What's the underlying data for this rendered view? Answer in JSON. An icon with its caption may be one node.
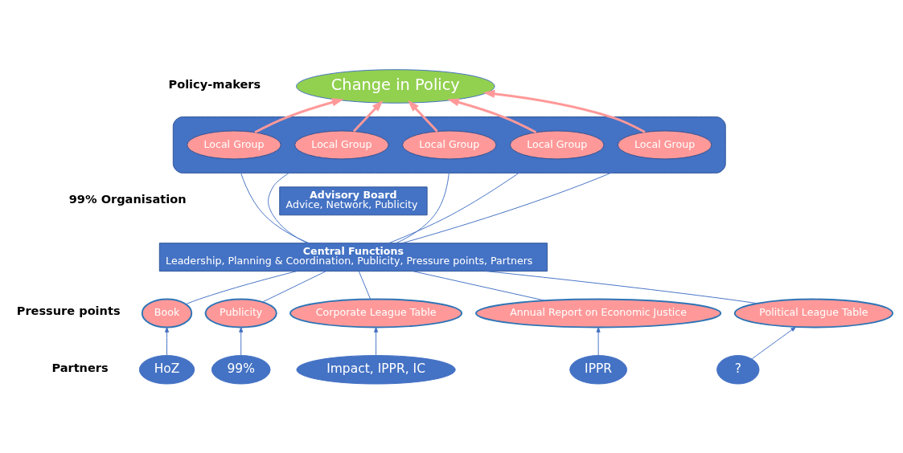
{
  "diagram": {
    "nodes": [
      {
        "text": [
          "Change in Policy"
        ]
      },
      {
        "text": [],
        "shape": "cloud"
      },
      {
        "text": [
          "Local Group"
        ],
        "in": 1
      },
      {
        "text": [
          "Local Group"
        ],
        "in": 1
      },
      {
        "text": [
          "Local Group"
        ],
        "in": 1
      },
      {
        "text": [
          "Local Group"
        ],
        "in": 1
      },
      {
        "text": [
          "Local Group"
        ],
        "in": 1
      },
      {
        "text": [
          "Advisory Board",
          "Advice, Network, Publicity"
        ]
      },
      {
        "text": [
          "Central Functions",
          "Leadership, Planning & Coordination, Publicity, Pressure points, Partners"
        ]
      },
      {
        "text": [
          "Book"
        ]
      },
      {
        "text": [
          "Publicity"
        ]
      },
      {
        "text": [
          "Corporate League Table"
        ]
      },
      {
        "text": [
          "Annual Report on Economic Justice"
        ]
      },
      {
        "text": [
          "Political League Table"
        ]
      },
      {
        "text": [
          "HoZ"
        ]
      },
      {
        "text": [
          "99%"
        ]
      },
      {
        "text": [
          "Impact, IPPR, IC"
        ]
      },
      {
        "text": [
          "IPPR"
        ]
      },
      {
        "text": [
          "?"
        ]
      }
    ],
    "edges": [
      {
        "from": 2,
        "to": 0,
        "arrow": "to",
        "style": "thick",
        "color": "#ff9999"
      },
      {
        "from": 3,
        "to": 0,
        "arrow": "to",
        "style": "thick",
        "color": "#ff9999"
      },
      {
        "from": 4,
        "to": 0,
        "arrow": "to",
        "style": "thick",
        "color": "#ff9999"
      },
      {
        "from": 5,
        "to": 0,
        "arrow": "to",
        "style": "thick",
        "color": "#ff9999"
      },
      {
        "from": 6,
        "to": 0,
        "arrow": "to",
        "style": "thick",
        "color": "#ff9999"
      },
      {
        "from": 2,
        "to": 8,
        "arrow": "none"
      },
      {
        "from": 3,
        "to": 8,
        "arrow": "none"
      },
      {
        "from": 4,
        "to": 8,
        "arrow": "none"
      },
      {
        "from": 5,
        "to": 8,
        "arrow": "none"
      },
      {
        "from": 6,
        "to": 8,
        "arrow": "none"
      },
      {
        "from": 8,
        "to": 9,
        "arrow": "none"
      },
      {
        "from": 8,
        "to": 10,
        "arrow": "none"
      },
      {
        "from": 8,
        "to": 11,
        "arrow": "none"
      },
      {
        "from": 8,
        "to": 12,
        "arrow": "none"
      },
      {
        "from": 8,
        "to": 13,
        "arrow": "none"
      },
      {
        "from": 14,
        "to": 9,
        "arrow": "to"
      },
      {
        "from": 15,
        "to": 10,
        "arrow": "to"
      },
      {
        "from": 16,
        "to": 11,
        "arrow": "to"
      },
      {
        "from": 17,
        "to": 12,
        "arrow": "to"
      },
      {
        "from": 18,
        "to": 13,
        "arrow": "to"
      }
    ],
    "labels": [
      "Policy-makers",
      "99% Organisation",
      "Pressure points",
      "Partners"
    ]
  }
}
